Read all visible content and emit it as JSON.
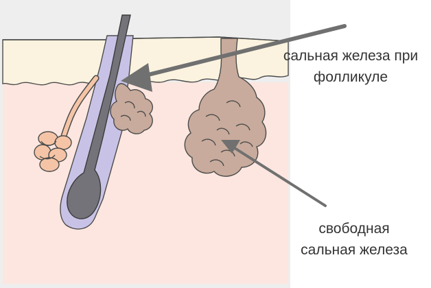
{
  "labels": {
    "follicle_gland": {
      "line1": "сальная железа при",
      "line2": "фолликуле"
    },
    "free_gland": {
      "line1": "свободная",
      "line2": "сальная железа"
    }
  },
  "colors": {
    "background": "#ffffff",
    "epidermis": "#fbf3df",
    "dermis": "#fce6df",
    "frame": "#eeeeee",
    "gland": "#c8ab9c",
    "hair": "#75737a",
    "follicle_sheath": "#c8c3e6",
    "sweat_gland": "#f5c4a6",
    "arrow": "#707070",
    "outline": "#4a4a4a",
    "text": "#333333"
  }
}
